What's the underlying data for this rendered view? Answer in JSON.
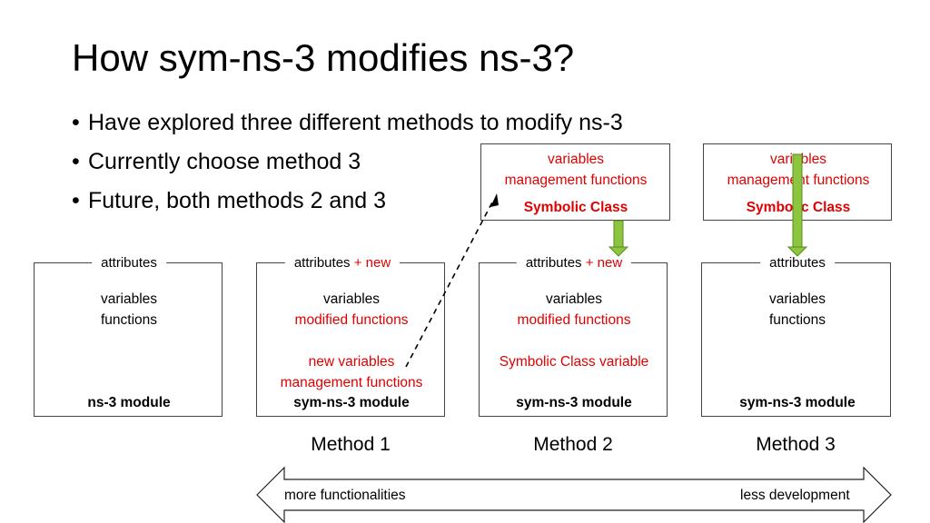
{
  "slide": {
    "title": "How sym-ns-3 modifies ns-3?",
    "bullets": [
      "Have explored three different methods to modify ns-3",
      "Currently choose method 3",
      "Future, both methods 2 and 3"
    ]
  },
  "modules": [
    {
      "label": "attributes",
      "label_new": "",
      "line1": "variables",
      "line2": "functions",
      "line3": "",
      "line4": "",
      "name": "ns-3 module"
    },
    {
      "label": "attributes",
      "label_new": "+ new",
      "line1": "variables",
      "line2": "modified functions",
      "line3": "new variables",
      "line4": "management functions",
      "name": "sym-ns-3 module"
    },
    {
      "label": "attributes",
      "label_new": "+ new",
      "line1": "variables",
      "line2": "modified functions",
      "line3": "Symbolic Class variable",
      "line4": "",
      "name": "sym-ns-3 module"
    },
    {
      "label": "attributes",
      "label_new": "",
      "line1": "variables",
      "line2": "functions",
      "line3": "",
      "line4": "",
      "name": "sym-ns-3 module"
    }
  ],
  "symbolic_classes": [
    {
      "line1": "variables",
      "line2": "management functions",
      "name": "Symbolic Class"
    },
    {
      "line1": "variables",
      "line2": "management functions",
      "name": "Symbolic Class"
    }
  ],
  "methods": [
    "Method 1",
    "Method 2",
    "Method 3"
  ],
  "spectrum": {
    "left": "more functionalities",
    "right": "less development"
  },
  "colors": {
    "accent_red": "#e00000",
    "arrow_green": "#8cc63f"
  }
}
